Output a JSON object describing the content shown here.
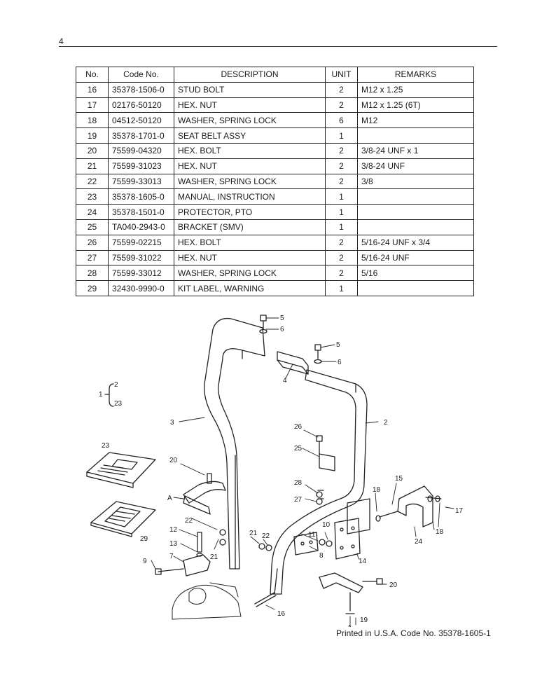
{
  "page_number": "4",
  "table": {
    "headers": [
      "No.",
      "Code No.",
      "DESCRIPTION",
      "UNIT",
      "REMARKS"
    ],
    "rows": [
      [
        "16",
        "35378-1506-0",
        "STUD BOLT",
        "2",
        "M12 x 1.25"
      ],
      [
        "17",
        "02176-50120",
        "HEX. NUT",
        "2",
        "M12 x 1.25 (6T)"
      ],
      [
        "18",
        "04512-50120",
        "WASHER, SPRING LOCK",
        "6",
        "M12"
      ],
      [
        "19",
        "35378-1701-0",
        "SEAT BELT ASSY",
        "1",
        ""
      ],
      [
        "20",
        "75599-04320",
        "HEX. BOLT",
        "2",
        "3/8-24 UNF x 1"
      ],
      [
        "21",
        "75599-31023",
        "HEX. NUT",
        "2",
        "3/8-24 UNF"
      ],
      [
        "22",
        "75599-33013",
        "WASHER, SPRING LOCK",
        "2",
        "3/8"
      ],
      [
        "23",
        "35378-1605-0",
        "MANUAL, INSTRUCTION",
        "1",
        ""
      ],
      [
        "24",
        "35378-1501-0",
        "PROTECTOR, PTO",
        "1",
        ""
      ],
      [
        "25",
        "TA040-2943-0",
        "BRACKET (SMV)",
        "1",
        ""
      ],
      [
        "26",
        "75599-02215",
        "HEX. BOLT",
        "2",
        "5/16-24 UNF x 3/4"
      ],
      [
        "27",
        "75599-31022",
        "HEX. NUT",
        "2",
        "5/16-24 UNF"
      ],
      [
        "28",
        "75599-33012",
        "WASHER, SPRING LOCK",
        "2",
        "5/16"
      ],
      [
        "29",
        "32430-9990-0",
        "KIT LABEL, WARNING",
        "1",
        ""
      ]
    ]
  },
  "diagram": {
    "callouts": {
      "c1": "1",
      "c2": "2",
      "c2b": "2",
      "c3": "3",
      "c4": "4",
      "c5a": "5",
      "c5b": "5",
      "c6a": "6",
      "c6b": "6",
      "c7": "7",
      "c8": "8",
      "c9": "9",
      "c10": "10",
      "c11": "11",
      "c12": "12",
      "c13": "13",
      "c14": "14",
      "c15": "15",
      "c16": "16",
      "c17": "17",
      "c18a": "18",
      "c18b": "18",
      "c19": "19",
      "c20a": "20",
      "c20b": "20",
      "c21a": "21",
      "c21b": "21",
      "c22a": "22",
      "c22b": "22",
      "c23": "23",
      "c23b": "23",
      "c24": "24",
      "c25": "25",
      "c26": "26",
      "c27": "27",
      "c28": "28",
      "c29": "29",
      "cA1": "A",
      "cA2": "A"
    }
  },
  "footer": "Printed in U.S.A.   Code No. 35378-1605-1"
}
